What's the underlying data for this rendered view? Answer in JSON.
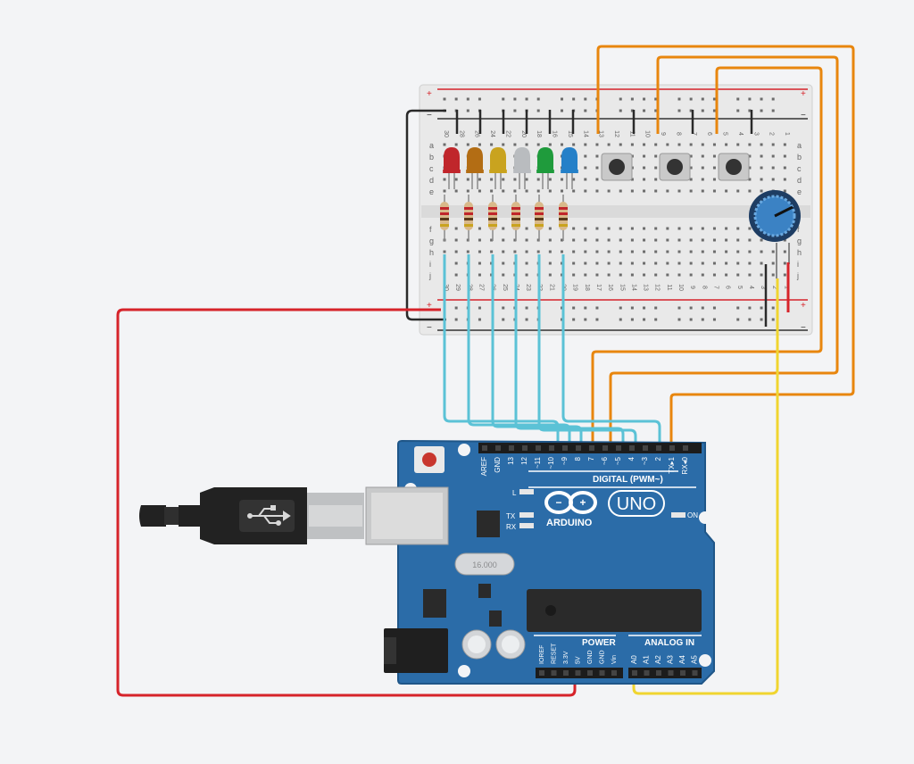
{
  "breadboard": {
    "rail_plus": "+",
    "rail_minus": "−",
    "row_letters_top": [
      "a",
      "b",
      "c",
      "d",
      "e"
    ],
    "row_letters_bottom": [
      "f",
      "g",
      "h",
      "i",
      "j"
    ],
    "columns_top": [
      "30",
      "28",
      "26",
      "24",
      "22",
      "20",
      "18",
      "16",
      "15",
      "14",
      "13",
      "12",
      "11",
      "10",
      "9",
      "8",
      "7",
      "6",
      "5",
      "4",
      "3",
      "2",
      "1"
    ],
    "columns_bottom": [
      "30",
      "29",
      "28",
      "27",
      "26",
      "25",
      "24",
      "23",
      "22",
      "21",
      "20",
      "19",
      "18",
      "17",
      "16",
      "15",
      "14",
      "13",
      "12",
      "11",
      "10",
      "9",
      "8",
      "7",
      "6",
      "5",
      "4",
      "3",
      "2",
      "1"
    ]
  },
  "leds": [
    {
      "name": "red",
      "color": "#c0262b"
    },
    {
      "name": "orange",
      "color": "#b36d14"
    },
    {
      "name": "yellow",
      "color": "#c9a31f"
    },
    {
      "name": "white",
      "color": "#b9bcbf"
    },
    {
      "name": "green",
      "color": "#1f9b3c"
    },
    {
      "name": "blue",
      "color": "#2580c8"
    }
  ],
  "arduino": {
    "brand": "ARDUINO",
    "model": "UNO",
    "digital_label": "DIGITAL (PWM~)",
    "power_label": "POWER",
    "analog_label": "ANALOG IN",
    "led_labels": [
      "L",
      "TX",
      "RX"
    ],
    "on_label": "ON",
    "digital_pins": [
      "AREF",
      "GND",
      "13",
      "12",
      "~11",
      "~10",
      "~9",
      "8",
      "7",
      "~6",
      "~5",
      "4",
      "~3",
      "2",
      "TX▸1",
      "RX◂0"
    ],
    "power_pins": [
      "IOREF",
      "RESET",
      "3.3V",
      "5V",
      "GND",
      "GND",
      "Vin"
    ],
    "analog_pins": [
      "A0",
      "A1",
      "A2",
      "A3",
      "A4",
      "A5"
    ],
    "crystal_text": "16.000"
  },
  "colors": {
    "board_blue": "#2b6ca8",
    "wire_red": "#d6232a",
    "wire_orange": "#e8860e",
    "wire_cyan": "#5bc2d6",
    "wire_yellow": "#f0d530",
    "wire_black": "#2a2a2a"
  },
  "icons": [
    "usb-plug-icon",
    "usb-symbol-icon",
    "potentiometer-icon",
    "pushbutton-icon"
  ]
}
